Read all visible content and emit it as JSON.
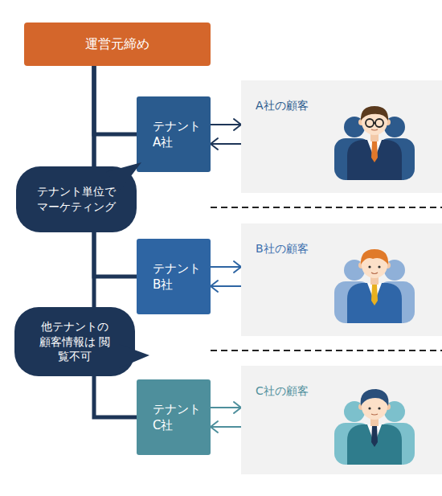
{
  "diagram": {
    "nodes": [
      {
        "text": [
          "運営元締め"
        ]
      },
      {
        "text": [
          "テナント A社"
        ]
      },
      {
        "text": [
          "A社の顧客"
        ]
      },
      {
        "text": [
          "テナント単位で マーケティング"
        ]
      },
      {
        "text": [
          "テナント B社"
        ]
      },
      {
        "text": [
          "B社の顧客"
        ]
      },
      {
        "text": [
          "他テナントの 顧客情報は 閲覧不可"
        ]
      },
      {
        "text": [
          "テナント C社"
        ]
      },
      {
        "text": [
          "C社の顧客"
        ]
      }
    ],
    "edges": [
      {
        "from": 0,
        "to": 1,
        "arrow": "none"
      },
      {
        "from": 0,
        "to": 4,
        "arrow": "none"
      },
      {
        "from": 0,
        "to": 7,
        "arrow": "none"
      },
      {
        "from": 1,
        "to": 2,
        "arrow": "to"
      },
      {
        "from": 2,
        "to": 1,
        "arrow": "to"
      },
      {
        "from": 4,
        "to": 5,
        "arrow": "to"
      },
      {
        "from": 5,
        "to": 4,
        "arrow": "to"
      },
      {
        "from": 7,
        "to": 8,
        "arrow": "to"
      },
      {
        "from": 8,
        "to": 7,
        "arrow": "to"
      }
    ]
  }
}
